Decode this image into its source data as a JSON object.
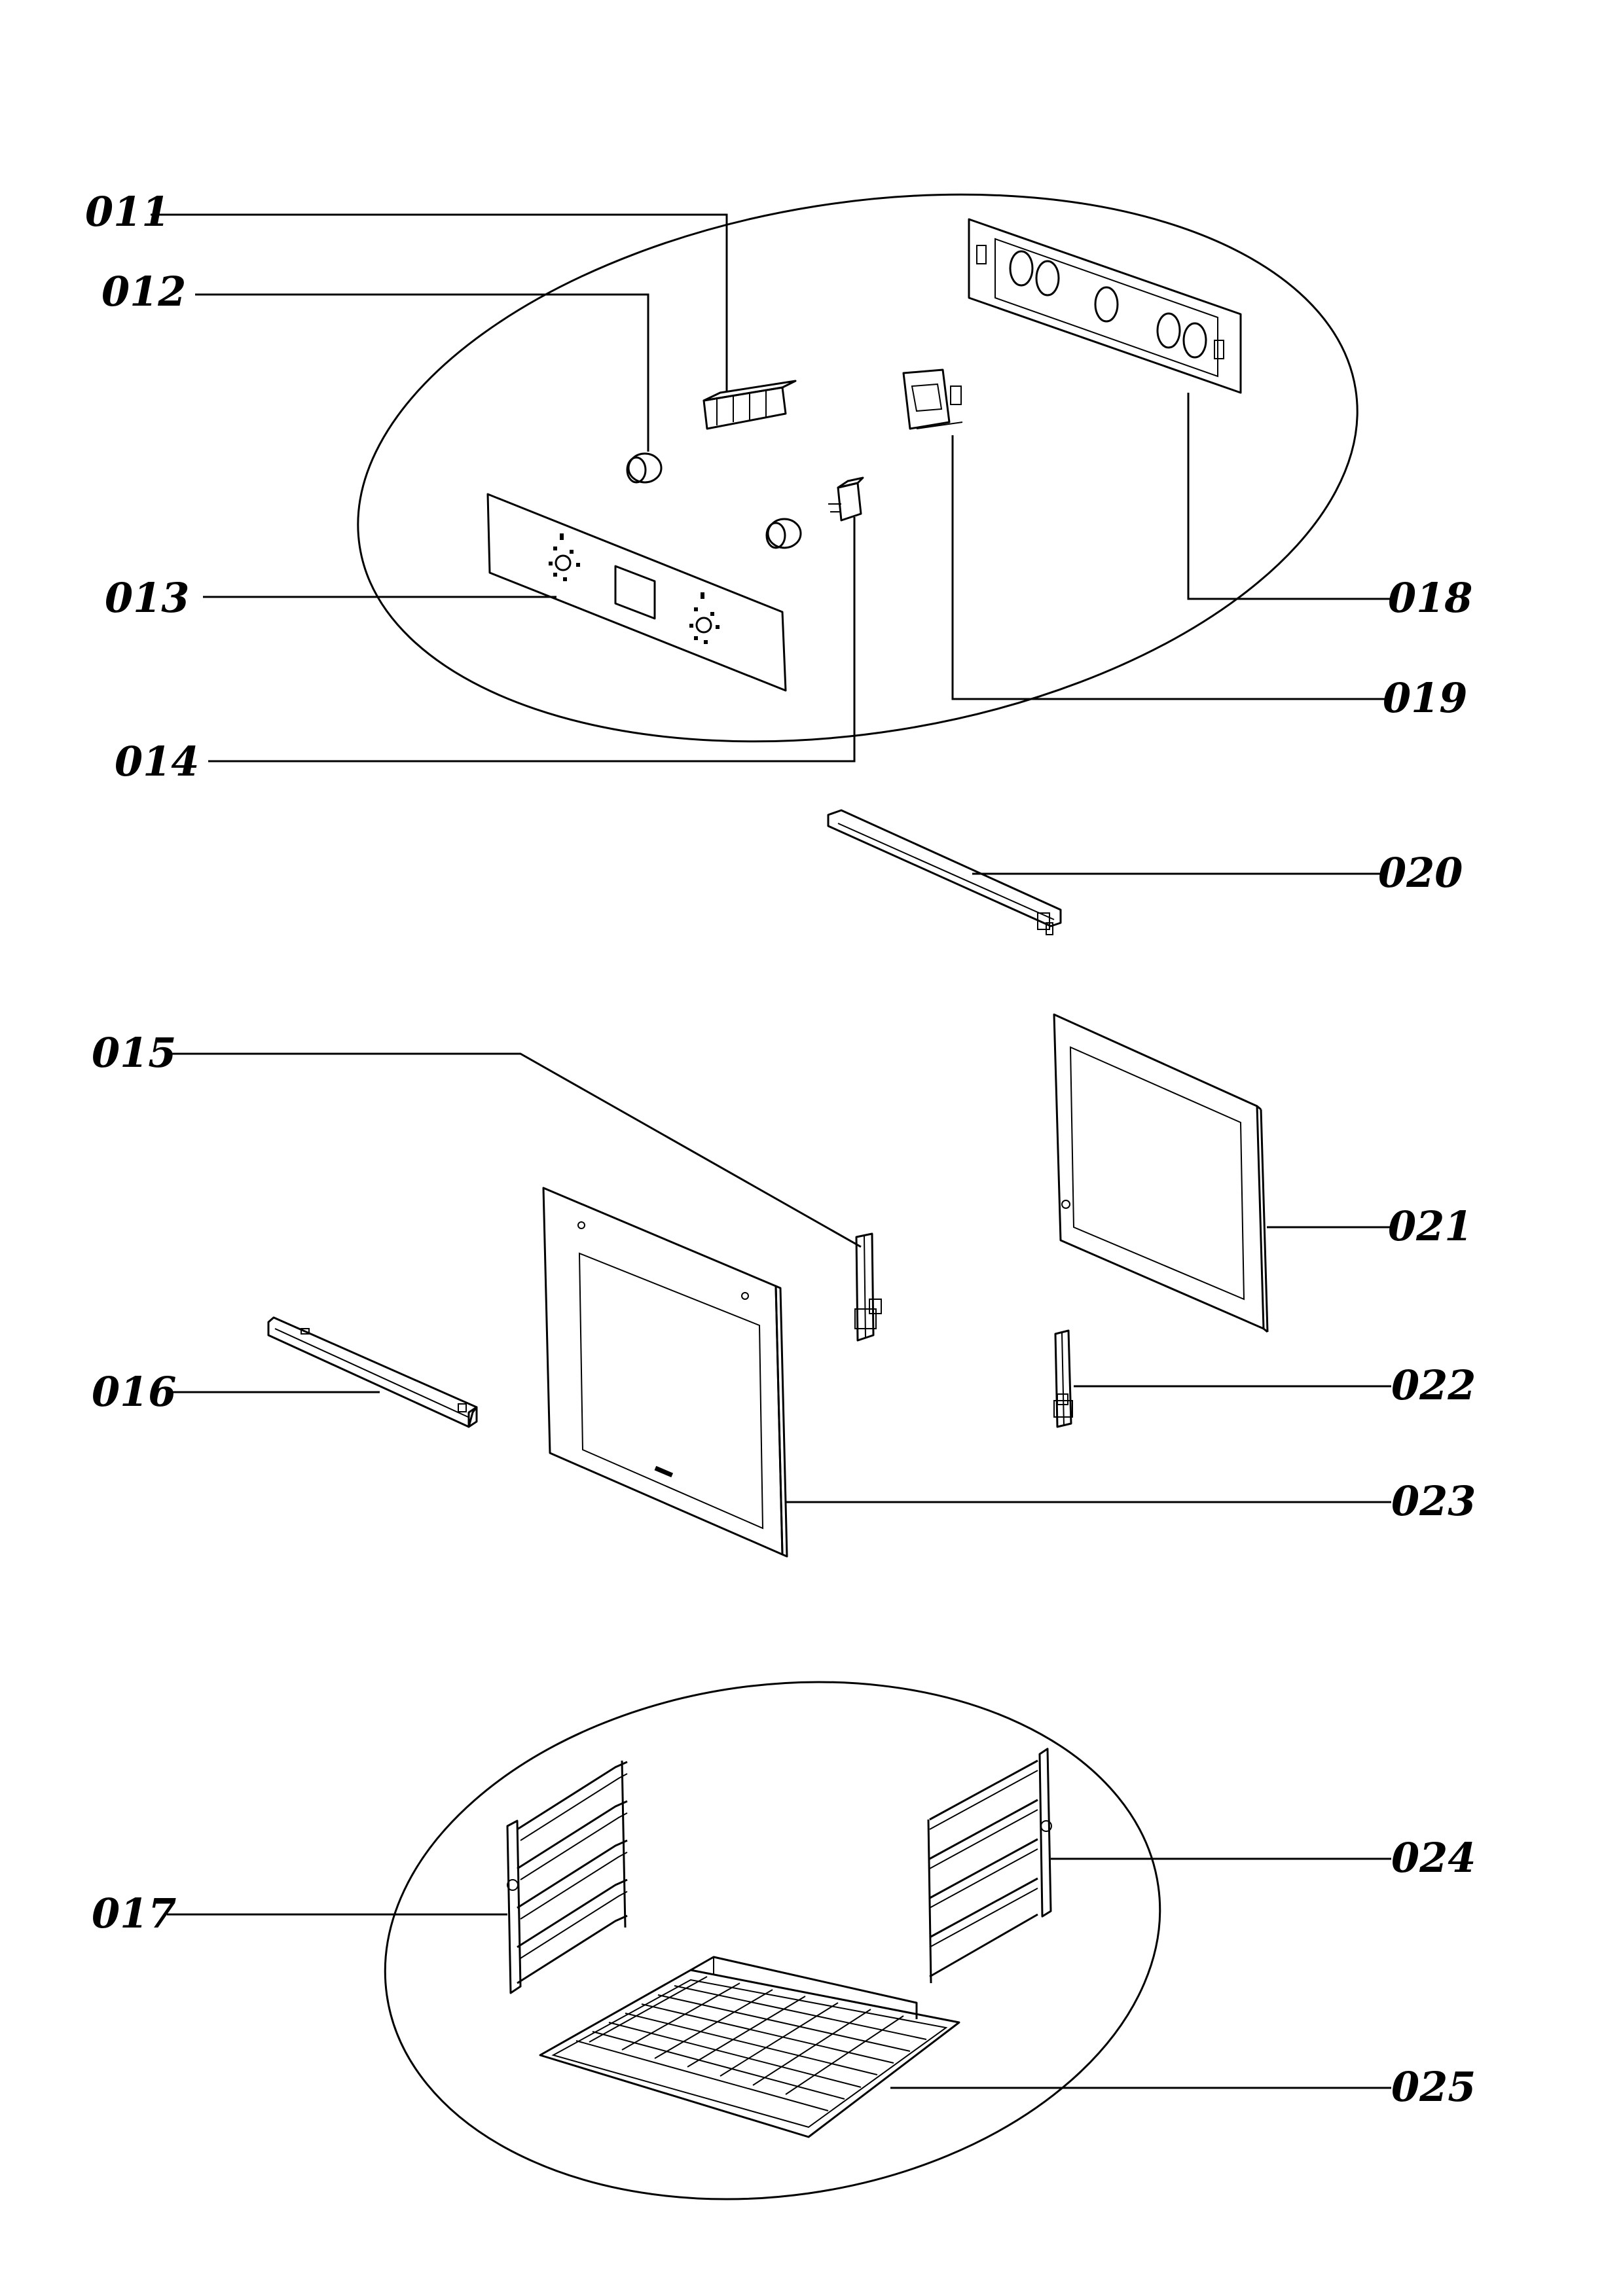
{
  "callouts": {
    "c011": "011",
    "c012": "012",
    "c013": "013",
    "c014": "014",
    "c015": "015",
    "c016": "016",
    "c017": "017",
    "c018": "018",
    "c019": "019",
    "c020": "020",
    "c021": "021",
    "c022": "022",
    "c023": "023",
    "c024": "024",
    "c025": "025"
  }
}
